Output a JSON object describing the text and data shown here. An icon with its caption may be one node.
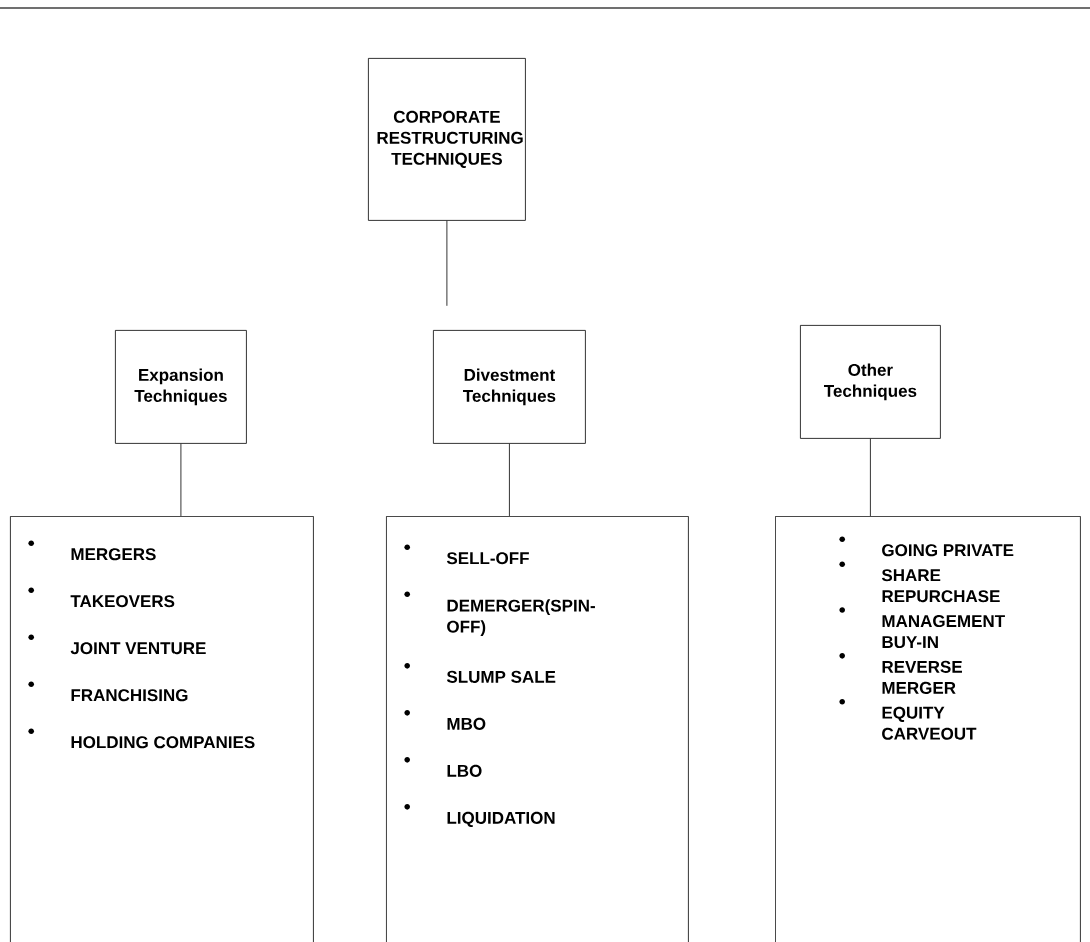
{
  "diagram": {
    "nodes": [
      {
        "text": [
          "CORPORATE RESTRUCTURING TECHNIQUES"
        ]
      },
      {
        "text": [
          "Expansion Techniques"
        ]
      },
      {
        "text": [
          "MERGERS",
          "TAKEOVERS",
          "JOINT VENTURE",
          "FRANCHISING",
          "HOLDING COMPANIES"
        ]
      },
      {
        "text": [
          "Divestment Techniques"
        ]
      },
      {
        "text": [
          "SELL-OFF",
          "DEMERGER(SPIN-OFF)",
          "SLUMP SALE",
          "MBO",
          "LBO",
          "LIQUIDATION"
        ]
      },
      {
        "text": [
          "Other Techniques"
        ]
      },
      {
        "text": [
          "GOING PRIVATE",
          "SHARE REPURCHASE",
          "MANAGEMENT BUY-IN",
          "REVERSE MERGER",
          "EQUITY CARVEOUT"
        ]
      }
    ],
    "edges": [
      {
        "from": 0,
        "to": null,
        "arrow": "none"
      },
      {
        "from": 1,
        "to": 2,
        "arrow": "none"
      },
      {
        "from": 3,
        "to": 4,
        "arrow": "none"
      },
      {
        "from": 5,
        "to": 6,
        "arrow": "none"
      }
    ]
  }
}
